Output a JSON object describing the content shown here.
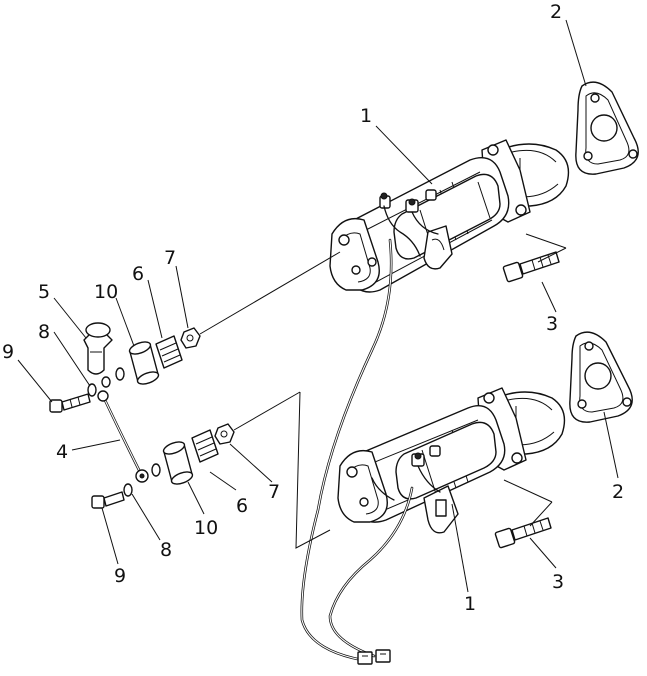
{
  "callouts": {
    "upper_starter": "1",
    "lower_starter": "1",
    "upper_gasket": "2",
    "lower_gasket": "2",
    "upper_bolt": "3",
    "lower_bolt": "3",
    "cable": "4",
    "terminal_cover": "5",
    "upper_boot": "6",
    "lower_boot": "6",
    "upper_nut": "7",
    "lower_nut": "7",
    "upper_washer": "8",
    "lower_washer": "8",
    "upper_screw": "9",
    "lower_screw": "9",
    "upper_sleeve": "10",
    "lower_sleeve": "10"
  }
}
